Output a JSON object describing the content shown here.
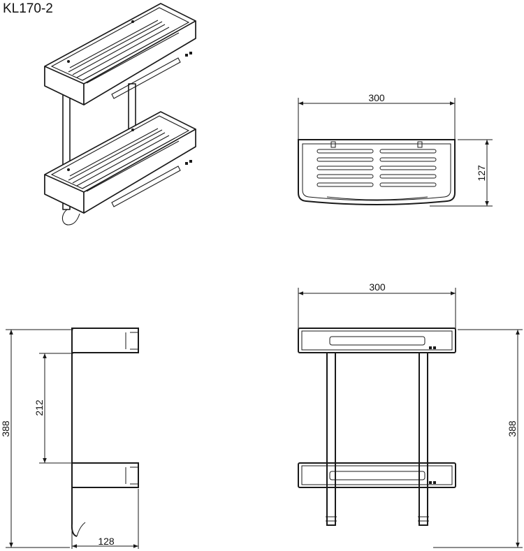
{
  "title": "KL170-2",
  "dimensions": {
    "top_view_width": "300",
    "top_view_depth": "127",
    "front_view_width": "300",
    "front_view_height": "388",
    "side_view_height": "388",
    "side_view_shelf_spacing": "212",
    "side_view_depth": "128"
  }
}
